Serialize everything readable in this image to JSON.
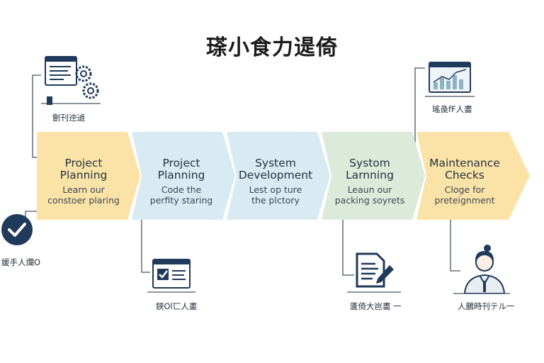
{
  "title": "瑹小食力遈倚",
  "stages": [
    {
      "heading": "Project\nPlanning",
      "desc": "Learn our\nconstoer plaring",
      "fill": "#fbe3a8"
    },
    {
      "heading": "Project\nPlanning",
      "desc": "Code the\nperfity staring",
      "fill": "#d8ebf3"
    },
    {
      "heading": "System\nDevelopment",
      "desc": "Lest op ture\nthe plctory",
      "fill": "#d8ebf3"
    },
    {
      "heading": "Systom\nLarnning",
      "desc": "Leaun our\npacking soyrets",
      "fill": "#dcebd9"
    },
    {
      "heading": "Maintenance\nChecks",
      "desc": "Cloge for\npreteignment",
      "fill": "#fbe3a8"
    }
  ],
  "captions": {
    "top_left": "劊刊迚遉",
    "top_right": "瑤彘fF人畵",
    "mid_left": "媛手人爛O",
    "bottom_1": "鋏Ol匸人畫",
    "bottom_2": "匱倚大岜畵 一",
    "bottom_3": "人鵬時刊テル一"
  },
  "colors": {
    "yellow": "#fbe3a8",
    "blue": "#d8ebf3",
    "green": "#dcebd9",
    "navy": "#1f3a5a",
    "connector": "#4a5560"
  }
}
